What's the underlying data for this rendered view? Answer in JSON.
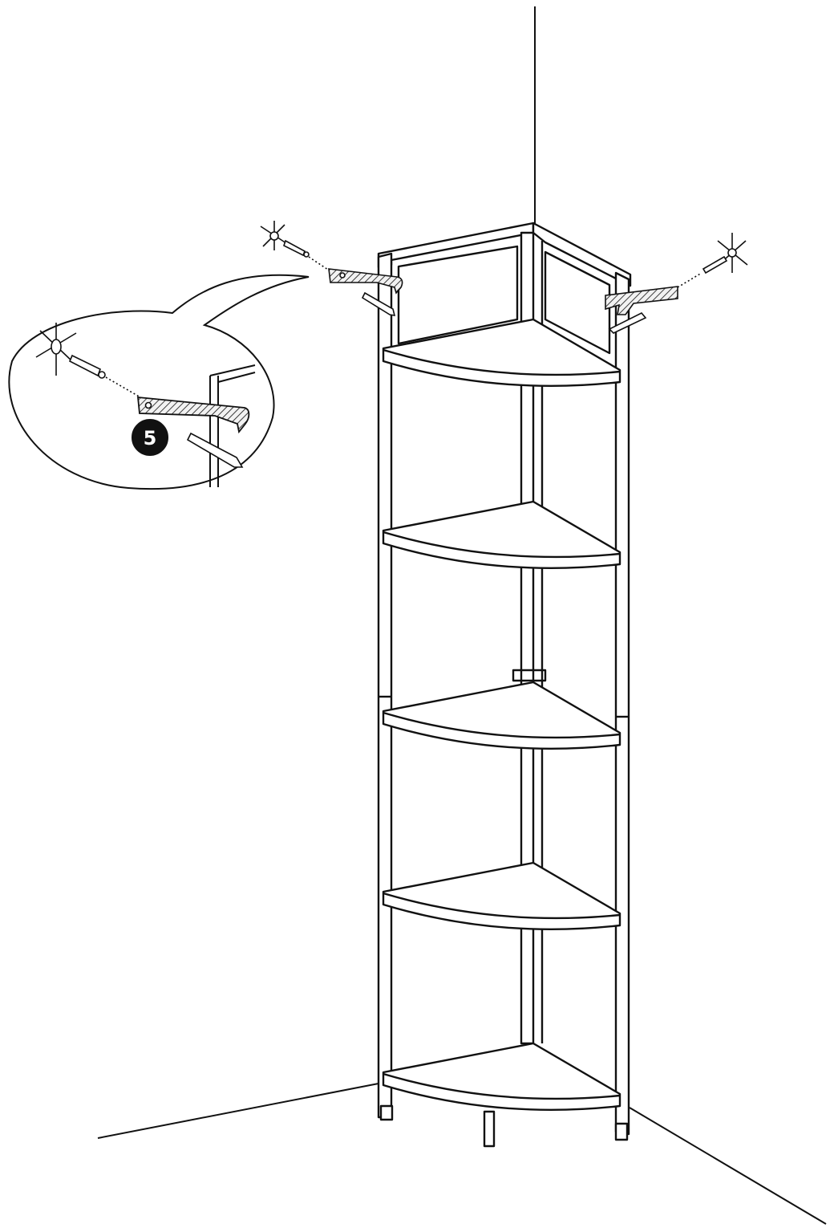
{
  "diagram": {
    "step_number": "5",
    "colors": {
      "stroke": "#111111",
      "background": "#ffffff",
      "bracket_fill": "#e6e6e6",
      "badge_fill": "#111111",
      "badge_text": "#ffffff"
    },
    "parts": {
      "shelf_count": 5,
      "wall_anchor_count": 2,
      "magnified_detail": true
    }
  }
}
